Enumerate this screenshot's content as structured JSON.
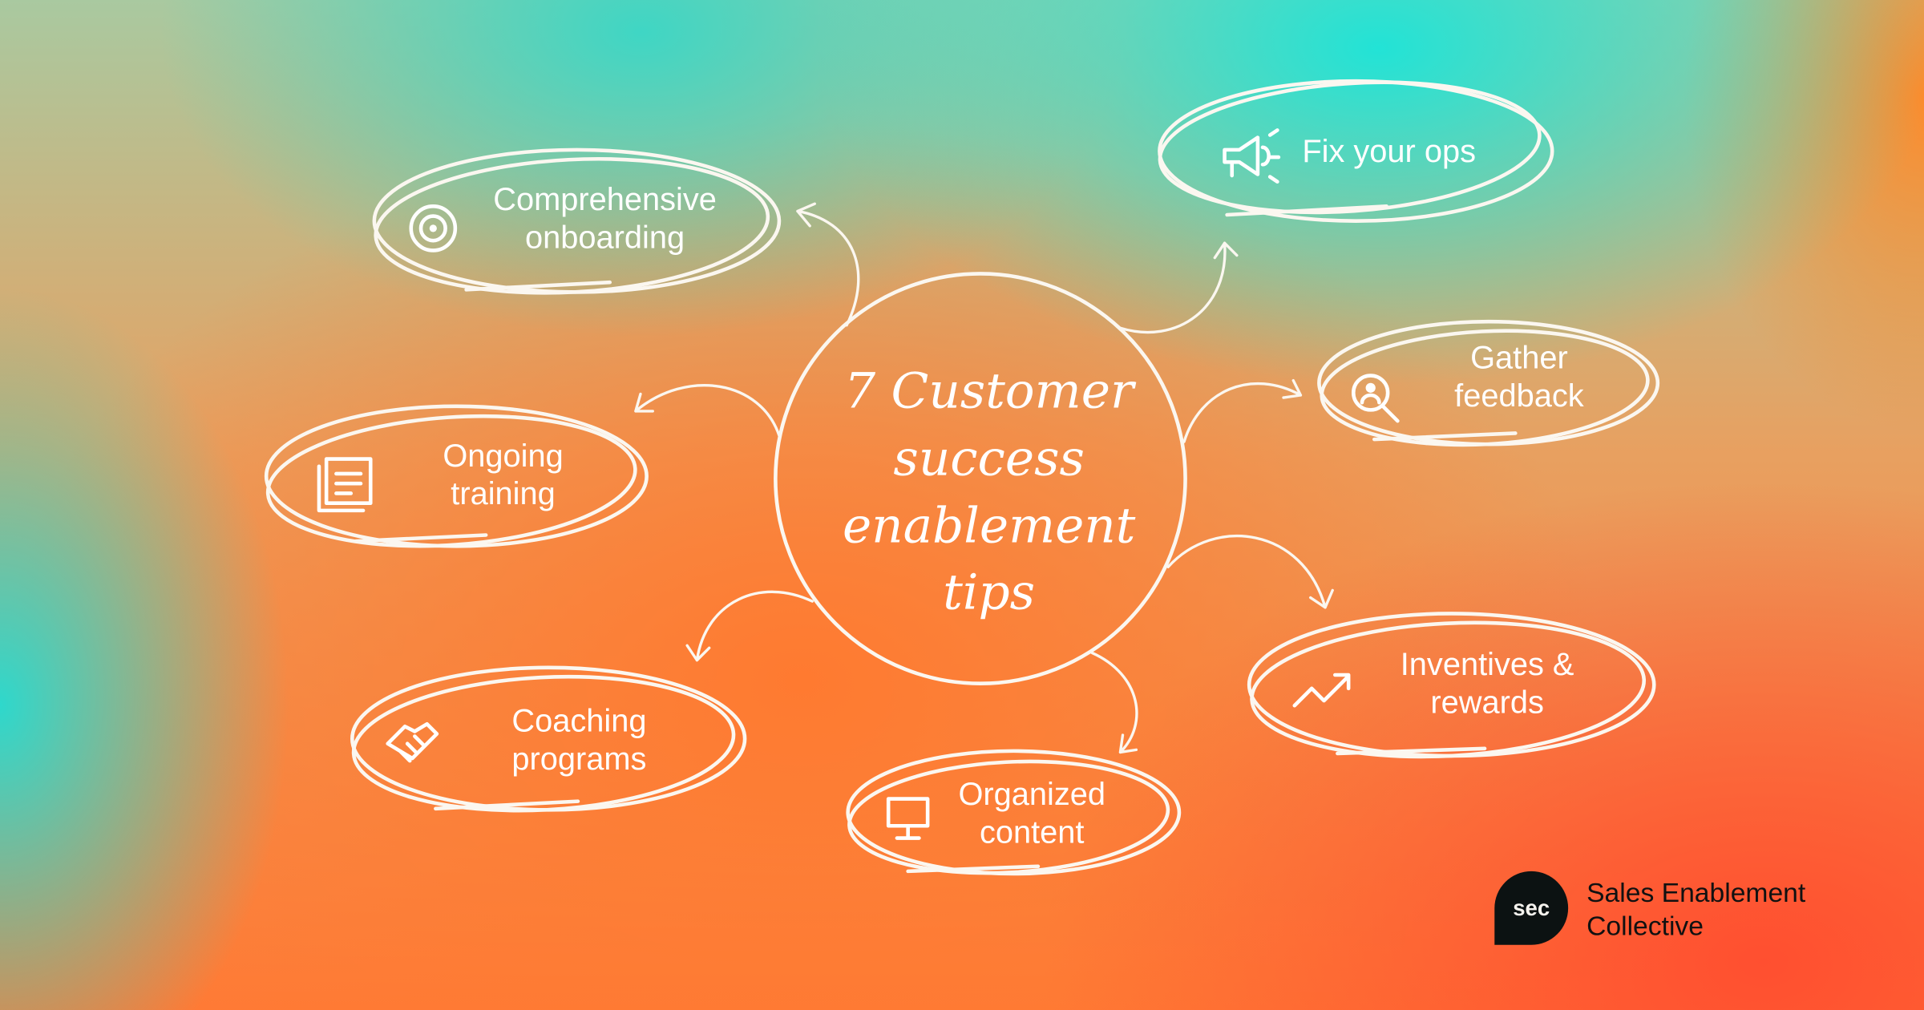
{
  "title": {
    "lines": [
      "7 Customer",
      "success",
      "enablement",
      "tips"
    ]
  },
  "tips": [
    {
      "lines": [
        "Comprehensive",
        "onboarding"
      ],
      "icon": "target-icon"
    },
    {
      "lines": [
        "Fix your ops"
      ],
      "icon": "megaphone-icon"
    },
    {
      "lines": [
        "Gather",
        "feedback"
      ],
      "icon": "search-person-icon"
    },
    {
      "lines": [
        "Ongoing",
        "training"
      ],
      "icon": "document-stack-icon"
    },
    {
      "lines": [
        "Inventives &",
        "rewards"
      ],
      "icon": "trend-up-icon"
    },
    {
      "lines": [
        "Coaching",
        "programs"
      ],
      "icon": "handshake-icon"
    },
    {
      "lines": [
        "Organized",
        "content"
      ],
      "icon": "monitor-icon"
    }
  ],
  "brand": {
    "logo_text": "sec",
    "name_lines": [
      "Sales Enablement",
      "Collective"
    ]
  }
}
